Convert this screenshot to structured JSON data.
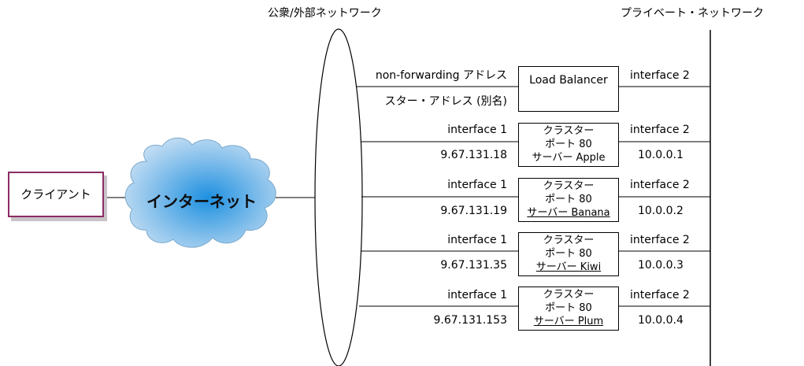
{
  "headers": {
    "public_network": "公衆/外部ネットワーク",
    "private_network": "プライベート・ネットワーク"
  },
  "client": {
    "label": "クライアント"
  },
  "internet": {
    "label": "インターネット"
  },
  "load_balancer": {
    "label": "Load Balancer",
    "nfa_label": "non-forwarding アドレス",
    "star_address_label": "スター・アドレス (別名)",
    "interface_label": "interface 2"
  },
  "clusters": [
    {
      "public_interface": "interface 1",
      "public_ip": "9.67.131.18",
      "line1": "クラスター",
      "line2": "ポート 80",
      "line3": "サーバー Apple",
      "private_interface": "interface 2",
      "private_ip": "10.0.0.1"
    },
    {
      "public_interface": "interface 1",
      "public_ip": "9.67.131.19",
      "line1": "クラスター",
      "line2": "ポート 80",
      "line3": "サーバー Banana",
      "private_interface": "interface 2",
      "private_ip": "10.0.0.2"
    },
    {
      "public_interface": "interface 1",
      "public_ip": "9.67.131.35",
      "line1": "クラスター",
      "line2": "ポート 80",
      "line3": "サーバー Kiwi",
      "private_interface": "interface 2",
      "private_ip": "10.0.0.3"
    },
    {
      "public_interface": "interface 1",
      "public_ip": "9.67.131.153",
      "line1": "クラスター",
      "line2": "ポート 80",
      "line3": "サーバー Plum",
      "private_interface": "interface 2",
      "private_ip": "10.0.0.4"
    }
  ],
  "colors": {
    "client_border": "#8b2b63",
    "cloud_fill": "#4da3e0",
    "line": "#000000"
  }
}
